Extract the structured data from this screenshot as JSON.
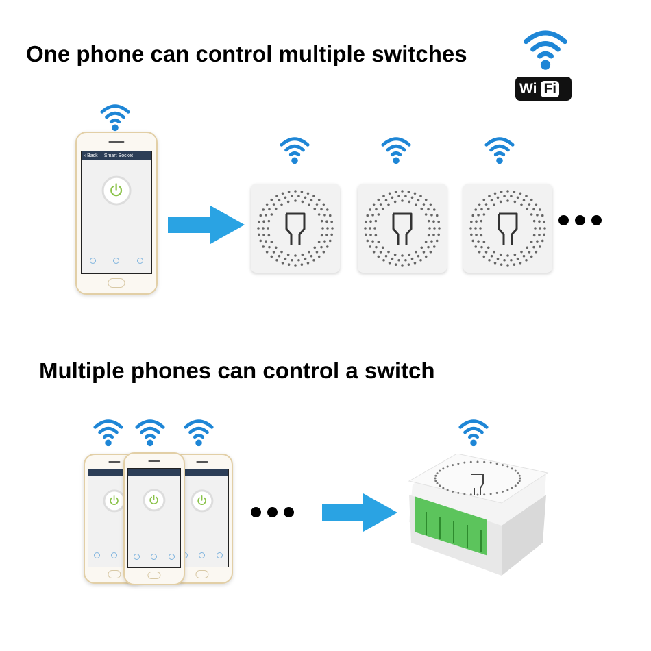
{
  "section1": {
    "title": "One phone can control multiple switches"
  },
  "section2": {
    "title": "Multiple phones can control a switch"
  },
  "wifi_logo": {
    "wi": "Wi",
    "fi": "Fi"
  },
  "phone_app": {
    "back": "Back",
    "title": "Smart Socket"
  },
  "colors": {
    "wifi_blue": "#1e86d6",
    "arrow_blue": "#2aa3e3",
    "power_green": "#8bc34a"
  }
}
